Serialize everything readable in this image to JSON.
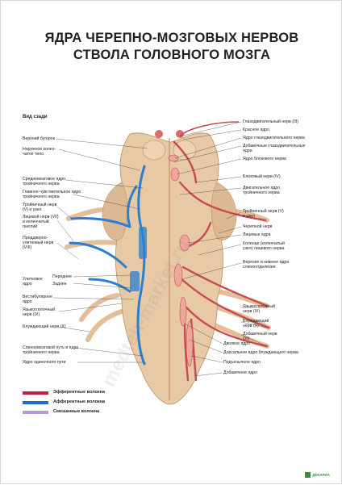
{
  "title": {
    "line1": "ЯДРА ЧЕРЕПНО-МОЗГОВЫХ НЕРВОВ",
    "line2": "СТВОЛА ГОЛОВНОГО МОЗГА"
  },
  "view_label": "Вид сзади",
  "labels_left": [
    "Верхний бугорок",
    "Наружное колен-чатое тело",
    "Среднемозговое ядро тройничного нерва",
    "Главное чувствительное ядро тройничного нерва",
    "Тройничный нерв (V) и узел",
    "Лицевой нерв (VII) и коленчатый ганглий",
    "Преддверно-улитковый нерв (VIII)",
    "Переднее",
    "Улитковое ядро",
    "Заднее",
    "Вестибулярное ядро",
    "Языкоглоточный нерв (IX)",
    "Блуждающий нерв (X)",
    "Спинномозговой путь и ядро тройничного нерва",
    "Ядро одиночного пути"
  ],
  "labels_right": [
    "Глазодвигательный нерв (III)",
    "Красное ядро",
    "Ядро глазодвигательного нерва",
    "Добавочные глазодвигательные ядра",
    "Ядро блокового нерва",
    "Блоковый нерв (IV)",
    "Двигательное ядро тройничного нерва",
    "Тройничный нерв (V) и узел",
    "Черепной нерв",
    "Лицевые ядра",
    "Коленце (коленчатый узел) лицевого нерва",
    "Верхнее и нижнее ядра слюноотделения",
    "Языкоглоточный нерв (IX)",
    "Блуждающий нерв (X)",
    "Добавочный нерв (XI)",
    "Двоякое ядро",
    "Дорсальное ядро блуждающего нерва",
    "Подъязычное ядро",
    "Добавочное ядро"
  ],
  "legend": [
    {
      "label": "Эфферентные волокна",
      "color": "#c0223a"
    },
    {
      "label": "Афферентные волокна",
      "color": "#1f6fc4"
    },
    {
      "label": "Смешанные волокна",
      "color": "#b39ad6"
    }
  ],
  "colors": {
    "brainstem": "#e7c9a5",
    "brainstem_shadow": "#c9a17a",
    "nucleus": "#f0a79b",
    "efferent": "#c84a52",
    "afferent": "#2a7fd0"
  },
  "logo": {
    "icon": "logo-square-icon",
    "text": "ДЕКАРИА"
  }
}
